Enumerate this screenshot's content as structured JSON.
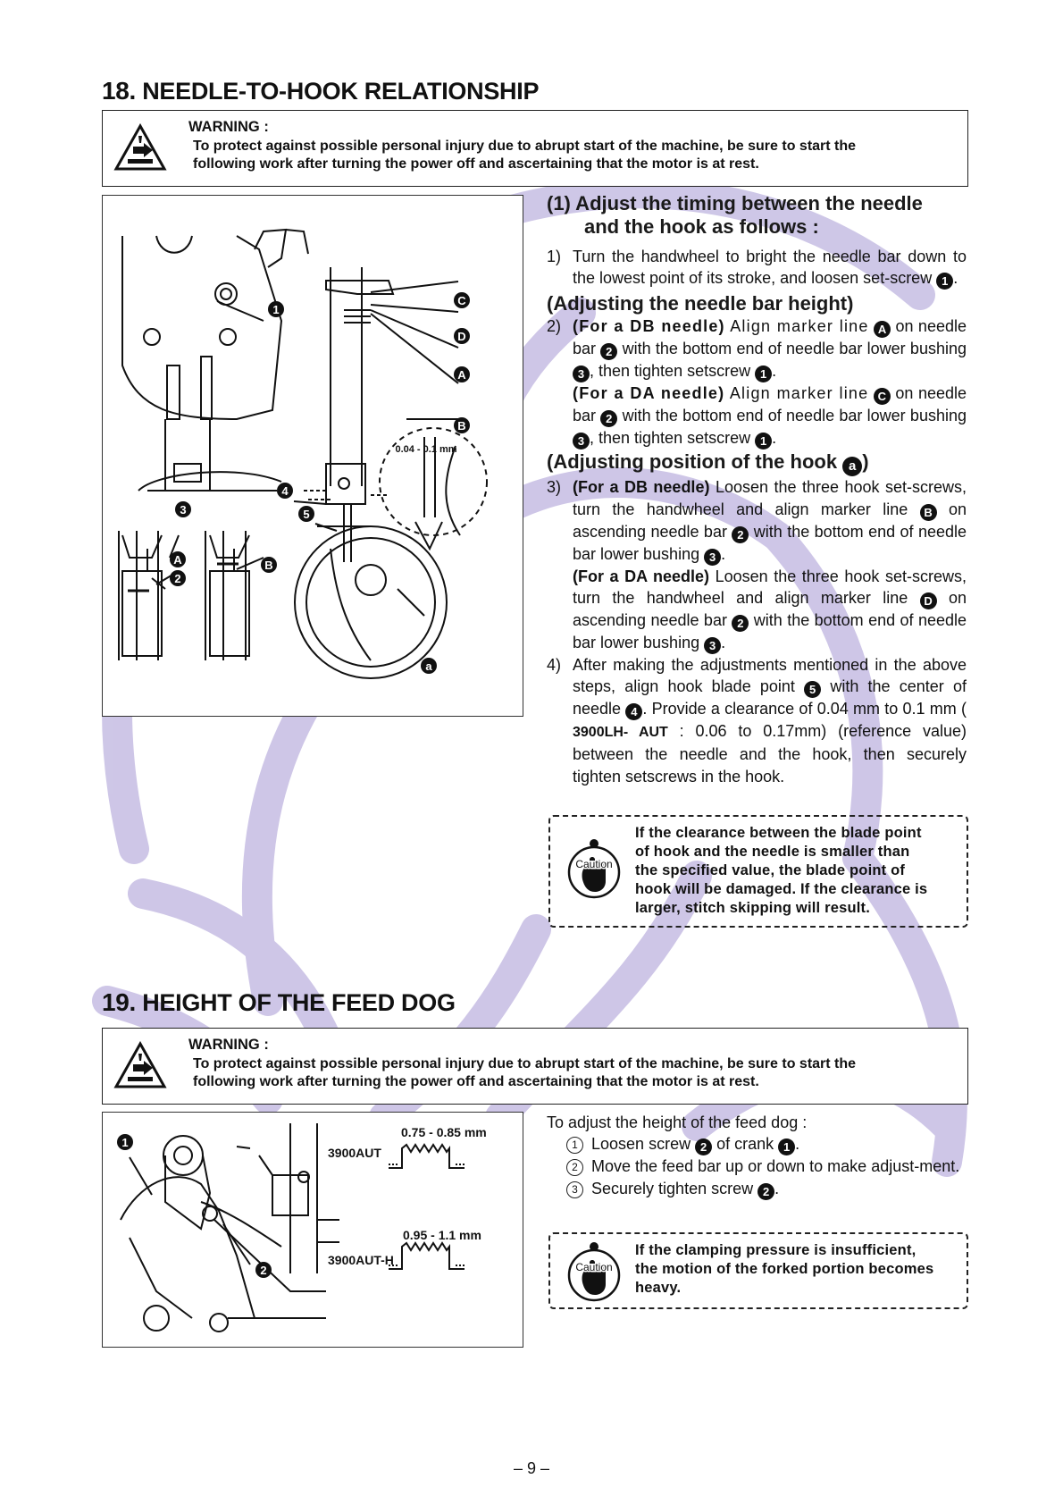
{
  "section18": {
    "number": "18.",
    "title": "NEEDLE-TO-HOOK RELATIONSHIP",
    "warning_heading": "WARNING :",
    "warning_line1": "To protect against possible personal injury due to abrupt start of the machine, be sure to start the",
    "warning_line2": "following work after turning the power off and ascertaining that the motor is at rest.",
    "subheading1_line1": "(1) Adjust the timing between the needle",
    "subheading1_line2": "and the hook as follows :",
    "step1_num": "1)",
    "step1": {
      "a": "Turn the handwheel to bright the needle bar down to the lowest point of its stroke, and loosen set-screw",
      "b": "."
    },
    "subheading2": "(Adjusting the needle bar height)",
    "step2_num": "2)",
    "step2": {
      "db_label": "(For a DB needle)",
      "db_a": "Align marker line",
      "db_b": "on needle bar",
      "db_c": "with the bottom end of needle bar lower bushing",
      "db_d": ", then tighten setscrew",
      "db_e": ".",
      "da_label": "(For a DA needle)",
      "da_a": "Align marker line",
      "da_b": "on needle bar",
      "da_c": "with the bottom end of needle bar lower bushing",
      "da_d": ", then tighten setscrew",
      "da_e": "."
    },
    "subheading3_text": "(Adjusting position of the hook",
    "subheading3_end": ")",
    "step3_num": "3)",
    "step3": {
      "db_label": "(For a DB needle)",
      "db_a": "Loosen the three hook set-screws, turn the handwheel and align marker line",
      "db_b": "on ascending needle bar",
      "db_c": "with the bottom end of needle bar lower bushing",
      "db_d": ".",
      "da_label": "(For a DA needle)",
      "da_a": "Loosen the three hook set-screws, turn the handwheel and align marker line",
      "da_b": "on ascending needle bar",
      "da_c": "with the bottom end of needle bar lower bushing",
      "da_d": "."
    },
    "step4_num": "4)",
    "step4": {
      "a": "After making the adjustments mentioned in the above steps, align hook blade point",
      "b": "with the center of needle",
      "c": ". Provide a clearance of 0.04 mm to 0.1 mm (",
      "model": "3900LH- AUT",
      "d": ": 0.06 to 0.17mm) (reference value) between the needle and the hook, then securely tighten setscrews in the hook."
    },
    "caution_icon_label": "Caution",
    "caution_lines": [
      "If the clearance between the blade point",
      "of hook and the needle is smaller than",
      "the specified value, the blade point of",
      "hook will be damaged. If the clearance is",
      "larger, stitch skipping will result."
    ],
    "figure": {
      "clearance_label": "0.04 - 0.1 mm",
      "labels": [
        "1",
        "2",
        "3",
        "4",
        "5",
        "A",
        "B",
        "C",
        "D",
        "a"
      ]
    }
  },
  "section19": {
    "number": "19.",
    "title": "HEIGHT OF THE FEED DOG",
    "warning_heading": "WARNING :",
    "warning_line1": "To protect against possible personal injury due to abrupt start of the machine, be sure to start the",
    "warning_line2": "following work after turning the power off and ascertaining that the motor is at rest.",
    "intro": "To adjust the height of the feed dog :",
    "steps": [
      {
        "num": "1",
        "a": "Loosen screw",
        "b": "of crank",
        "c": "."
      },
      {
        "num": "2",
        "text": "Move the feed bar up or down to make adjust-ment."
      },
      {
        "num": "3",
        "a": "Securely tighten screw",
        "b": "."
      }
    ],
    "caution_icon_label": "Caution",
    "caution_lines": [
      "If the clamping pressure is insufficient,",
      "the motion of the forked portion becomes",
      "heavy."
    ],
    "figure": {
      "model1": "3900AUT",
      "range1": "0.75 - 0.85 mm",
      "model2": "3900AUT-H",
      "range2": "0.95 - 1.1 mm",
      "labels": [
        "1",
        "2"
      ]
    }
  },
  "page_number": "– 9 –",
  "colors": {
    "watermark": "#c6bde3",
    "ink": "#111111",
    "border": "#222222"
  },
  "icons": [
    "warning-triangle-icon",
    "caution-hand-icon"
  ]
}
